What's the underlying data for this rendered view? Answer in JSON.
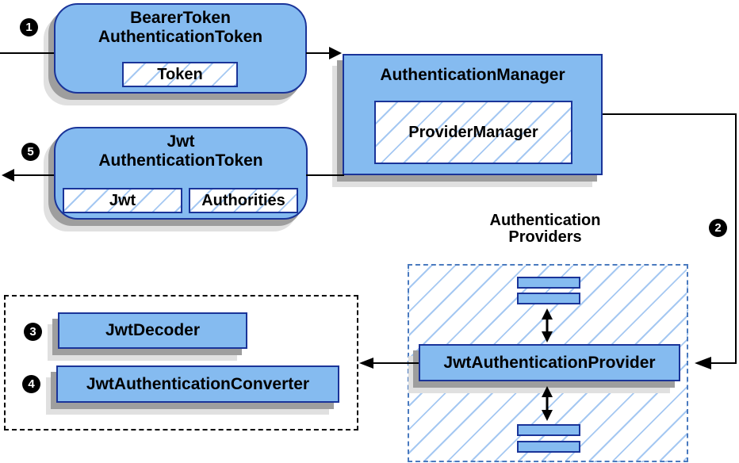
{
  "diagram": {
    "badges": {
      "step1": "1",
      "step2": "2",
      "step3": "3",
      "step4": "4",
      "step5": "5"
    },
    "boxes": {
      "bearer": {
        "title1": "BearerToken",
        "title2": "AuthenticationToken",
        "field": "Token"
      },
      "manager": {
        "title": "AuthenticationManager",
        "inner": "ProviderManager"
      },
      "jwt": {
        "title1": "Jwt",
        "title2": "AuthenticationToken",
        "field_jwt": "Jwt",
        "field_auth": "Authorities"
      },
      "provider": {
        "label": "JwtAuthenticationProvider"
      },
      "decoder": {
        "label": "JwtDecoder"
      },
      "converter": {
        "label": "JwtAuthenticationConverter"
      }
    },
    "labels": {
      "providers1": "Authentication",
      "providers2": "Providers"
    },
    "colors": {
      "box_fill": "#85BBF0",
      "box_border": "#1A3499",
      "hatch_line": "#A5C8F2",
      "providers_dashed_border": "#4A7ABF",
      "black_dashed_border": "#000000",
      "connector": "#000000",
      "shadow_dark": "#9E9E9E",
      "shadow_light": "#E0E0E0"
    }
  }
}
